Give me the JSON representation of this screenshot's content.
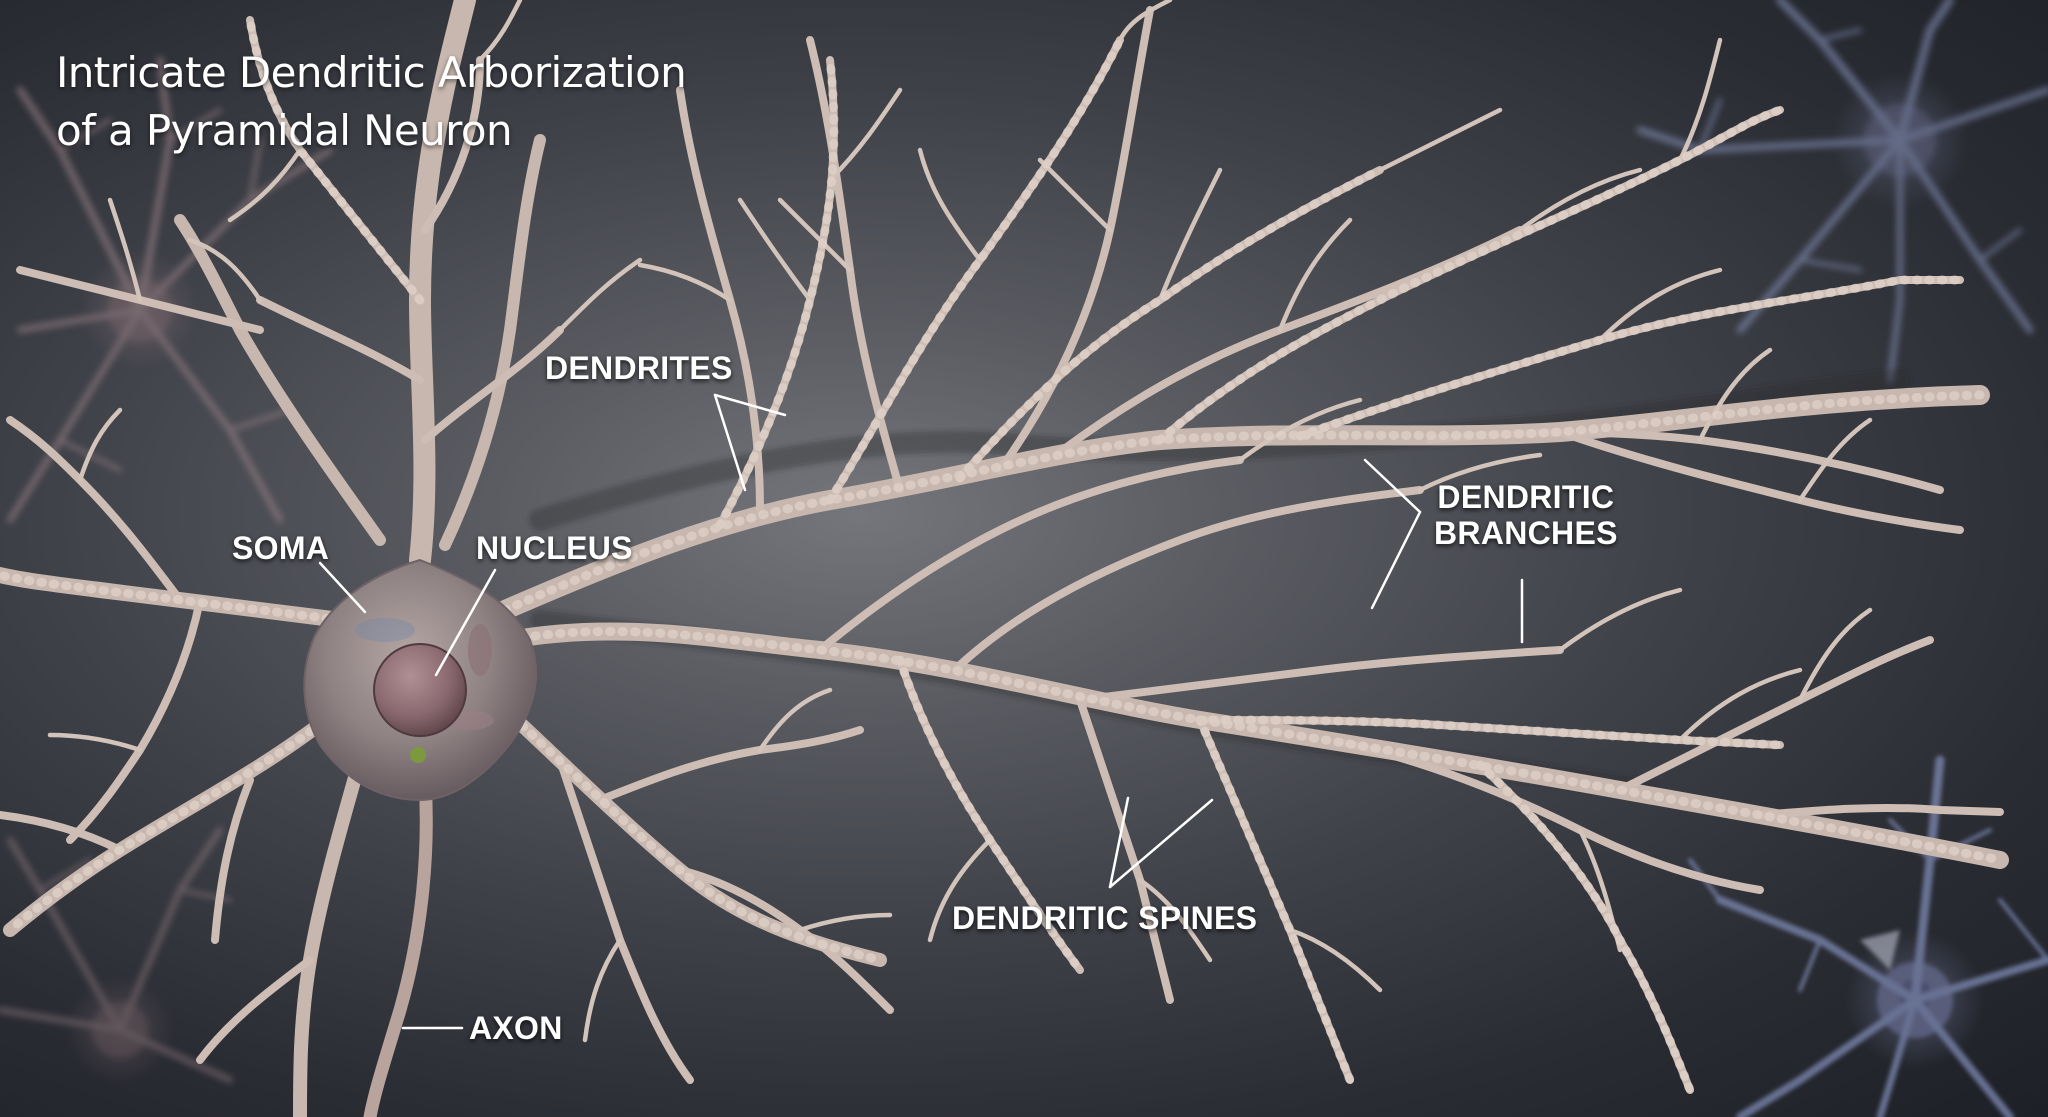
{
  "title": {
    "line1": "Intricate Dendritic Arborization",
    "line2": "of a Pyramidal Neuron"
  },
  "labels": {
    "dendrites": "DENDRITES",
    "soma": "SOMA",
    "nucleus": "NUCLEUS",
    "dendritic_branches_line1": "DENDRITIC",
    "dendritic_branches_line2": "BRANCHES",
    "dendritic_spines": "DENDRITIC SPINES",
    "axon": "AXON"
  },
  "colors": {
    "background_center": "#74767b",
    "background_edge": "#1e2027",
    "dendrite_fill": "#cdbdb4",
    "soma_fill": "#8f8283",
    "nucleus_fill": "#8a6a70",
    "background_neuron_warm": "#a48a8e",
    "background_neuron_cool": "#7f8bb5",
    "label_text": "#ffffff",
    "leader_line": "#ffffff"
  }
}
